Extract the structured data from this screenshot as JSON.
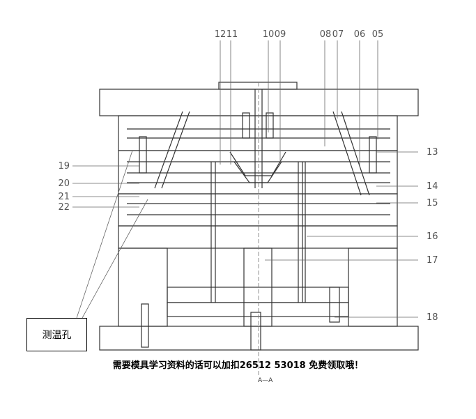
{
  "callouts_top": [
    "12",
    "11",
    "10",
    "09",
    "08",
    "07",
    "06",
    "05"
  ],
  "callouts_left": [
    "19",
    "20",
    "21",
    "22"
  ],
  "callouts_right": [
    "13",
    "14",
    "15",
    "16",
    "17",
    "18"
  ],
  "box_label": "测温孔",
  "footer_note": "需要模具学习资料的话可以加扣26512 53018 免费领取哦！",
  "section_label": "A—A",
  "colors": {
    "line": "#333333",
    "leader": "#666666"
  }
}
